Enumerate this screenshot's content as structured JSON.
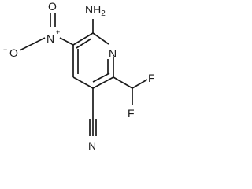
{
  "diagram": {
    "type": "chemical-structure",
    "atoms": {
      "amino": {
        "label": "NH",
        "subscript": "2"
      },
      "ring_nitrogen": {
        "label": "N"
      },
      "nitro_nitrogen": {
        "label": "N",
        "charge": "+"
      },
      "nitro_oxygen_top": {
        "label": "O"
      },
      "nitro_oxygen_left": {
        "label": "O",
        "charge": "−"
      },
      "fluorine_top": {
        "label": "F"
      },
      "fluorine_bottom": {
        "label": "F"
      },
      "nitrile_nitrogen": {
        "label": "N"
      }
    },
    "colors": {
      "bond": "#1a1a1a",
      "text": "#1a1a1a",
      "background": "#ffffff"
    }
  }
}
